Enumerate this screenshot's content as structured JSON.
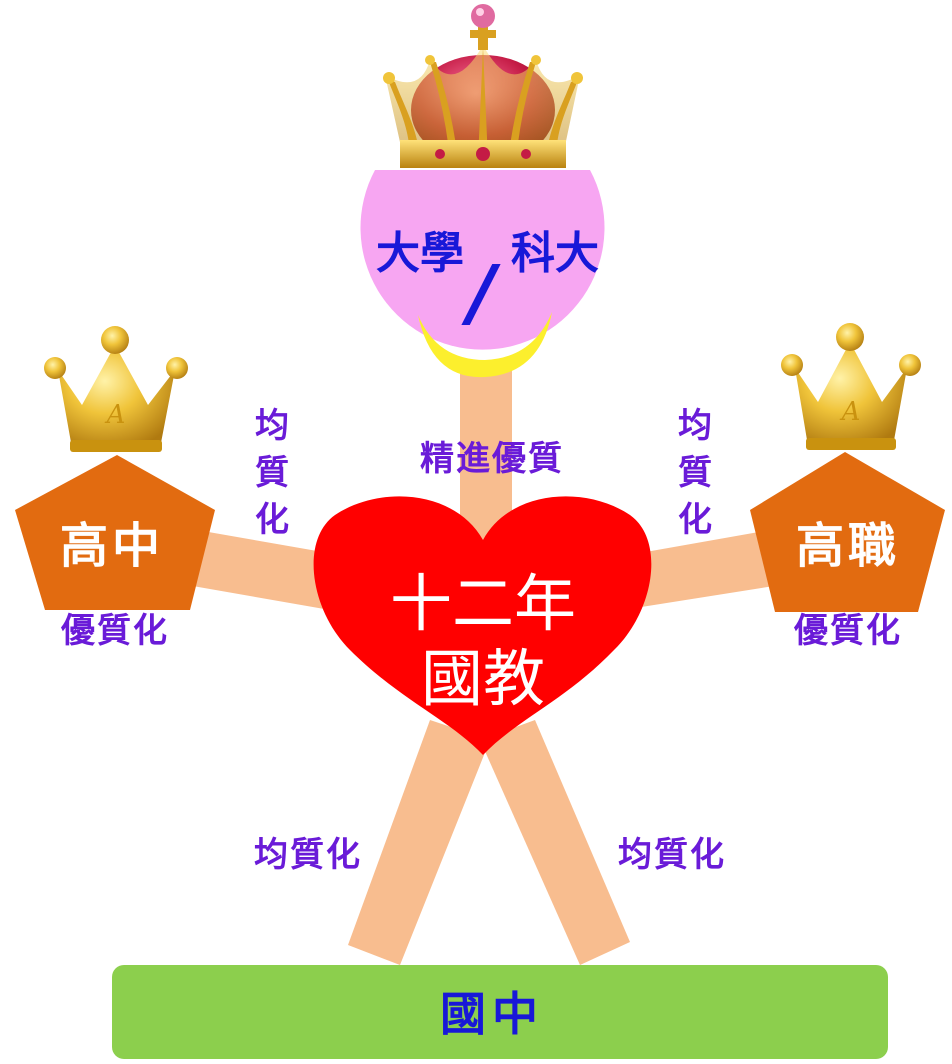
{
  "head": {
    "label_left": "大學",
    "slash": "/",
    "label_right": "科大"
  },
  "heart": {
    "line1": "十二年",
    "line2": "國教"
  },
  "left_node": {
    "label": "高中",
    "caption": "優質化"
  },
  "right_node": {
    "label": "高職",
    "caption": "優質化"
  },
  "base": {
    "label": "國中"
  },
  "links": {
    "neck": "精進優質",
    "left_arm": [
      "均",
      "質",
      "化"
    ],
    "right_arm": [
      "均",
      "質",
      "化"
    ],
    "left_leg": "均質化",
    "right_leg": "均質化"
  },
  "crown_letter": "A",
  "colors": {
    "limb": "#f8bd8f",
    "head": "#f7a6f2",
    "smile": "#fcef2d",
    "heart": "#ff0000",
    "pentagon": "#e26b10",
    "base": "#8ccf4d",
    "text_purple": "#6a1bd8",
    "text_blue": "#1818d8",
    "crown_red": "#c41b45",
    "crown_gold": "#e6b62a"
  }
}
